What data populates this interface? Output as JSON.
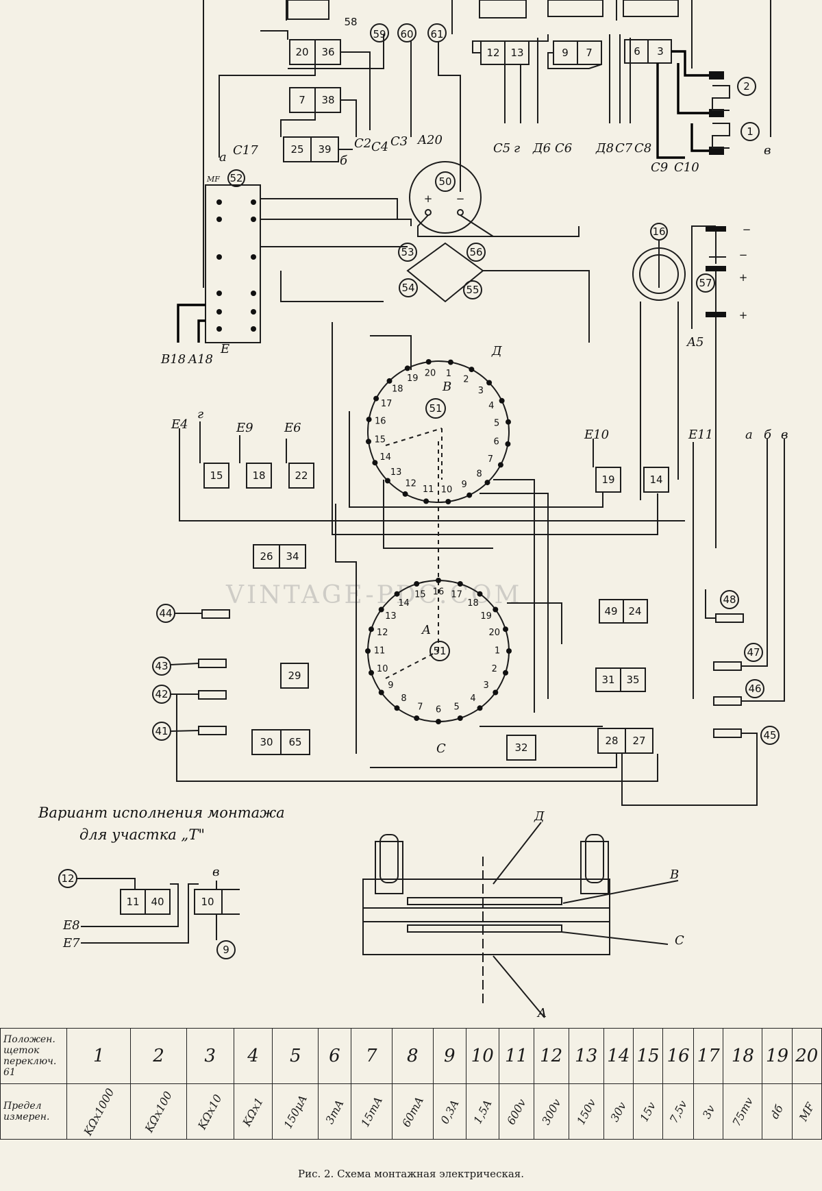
{
  "watermark": "VINTAGE-PDC.COM",
  "variant_title_line1": "Вариант исполнения монтажа",
  "variant_title_line2": "для участка „T\"",
  "figure_caption": "Рис. 2. Схема монтажная электрическая.",
  "table": {
    "row1_header": "Положен. щеток переключ. 61",
    "row2_header": "Предел измерен.",
    "positions": [
      "1",
      "2",
      "3",
      "4",
      "5",
      "6",
      "7",
      "8",
      "9",
      "10",
      "11",
      "12",
      "13",
      "14",
      "15",
      "16",
      "17",
      "18",
      "19",
      "20"
    ],
    "ranges": [
      "KΩx1000",
      "KΩx100",
      "KΩx10",
      "KΩx1",
      "150μA",
      "3mA",
      "15mA",
      "60mA",
      "0,3A",
      "1,5A",
      "600v",
      "300v",
      "150v",
      "30v",
      "15v",
      "7,5v",
      "3v",
      "75mv",
      "dб",
      "MF"
    ]
  },
  "top_boxes": [
    {
      "a": "20",
      "b": "36"
    },
    {
      "a": "7",
      "b": "38"
    },
    {
      "a": "25",
      "b": "39"
    },
    {
      "a": "12",
      "b": "13"
    },
    {
      "a": "9",
      "b": "7"
    },
    {
      "a": "6",
      "b": "3"
    }
  ],
  "top_labels": [
    "58",
    "59",
    "60",
    "61"
  ],
  "wire_labels_top": [
    "a",
    "C17",
    "C2",
    "C4",
    "C3",
    "A20",
    "C5",
    "г",
    "Д6",
    "C6",
    "Д8",
    "C7",
    "C8",
    "C9",
    "C10",
    "б",
    "в",
    "б"
  ],
  "meter_label": "50",
  "pot_label": "16",
  "battery_label": "57",
  "bridge_labels": [
    "53",
    "56",
    "54",
    "55"
  ],
  "switch_label": "51",
  "switch_top_letters": [
    "Д",
    "B"
  ],
  "switch_bottom_letters": [
    "A",
    "C"
  ],
  "side_labels": [
    "B18",
    "A18",
    "E",
    "E4",
    "г",
    "E9",
    "E6",
    "E10",
    "E11",
    "a",
    "б",
    "в",
    "A5"
  ],
  "mid_boxes": [
    "15",
    "18",
    "22",
    "19",
    "14"
  ],
  "lower_boxes": [
    {
      "a": "26",
      "b": "34"
    },
    {
      "a": "49",
      "b": "24"
    },
    {
      "a": "31",
      "b": "35"
    },
    {
      "a": "30",
      "b": "65"
    },
    {
      "a": "28",
      "b": "27"
    }
  ],
  "single_boxes": [
    "29",
    "32"
  ],
  "resistors_left": [
    "44",
    "43",
    "42",
    "41"
  ],
  "resistors_right": [
    "48",
    "47",
    "46",
    "45"
  ],
  "variant_parts": [
    "12",
    "11",
    "40",
    "10",
    "в",
    "9",
    "E8",
    "E7"
  ],
  "cross_section_labels": [
    "Д",
    "B",
    "C",
    "A"
  ],
  "capacitor_block": "52",
  "cap_block_text": "MF",
  "connector_labels": [
    "2",
    "1"
  ],
  "colors": {
    "paper": "#f4f1e6",
    "ink": "#1c1c1c"
  }
}
